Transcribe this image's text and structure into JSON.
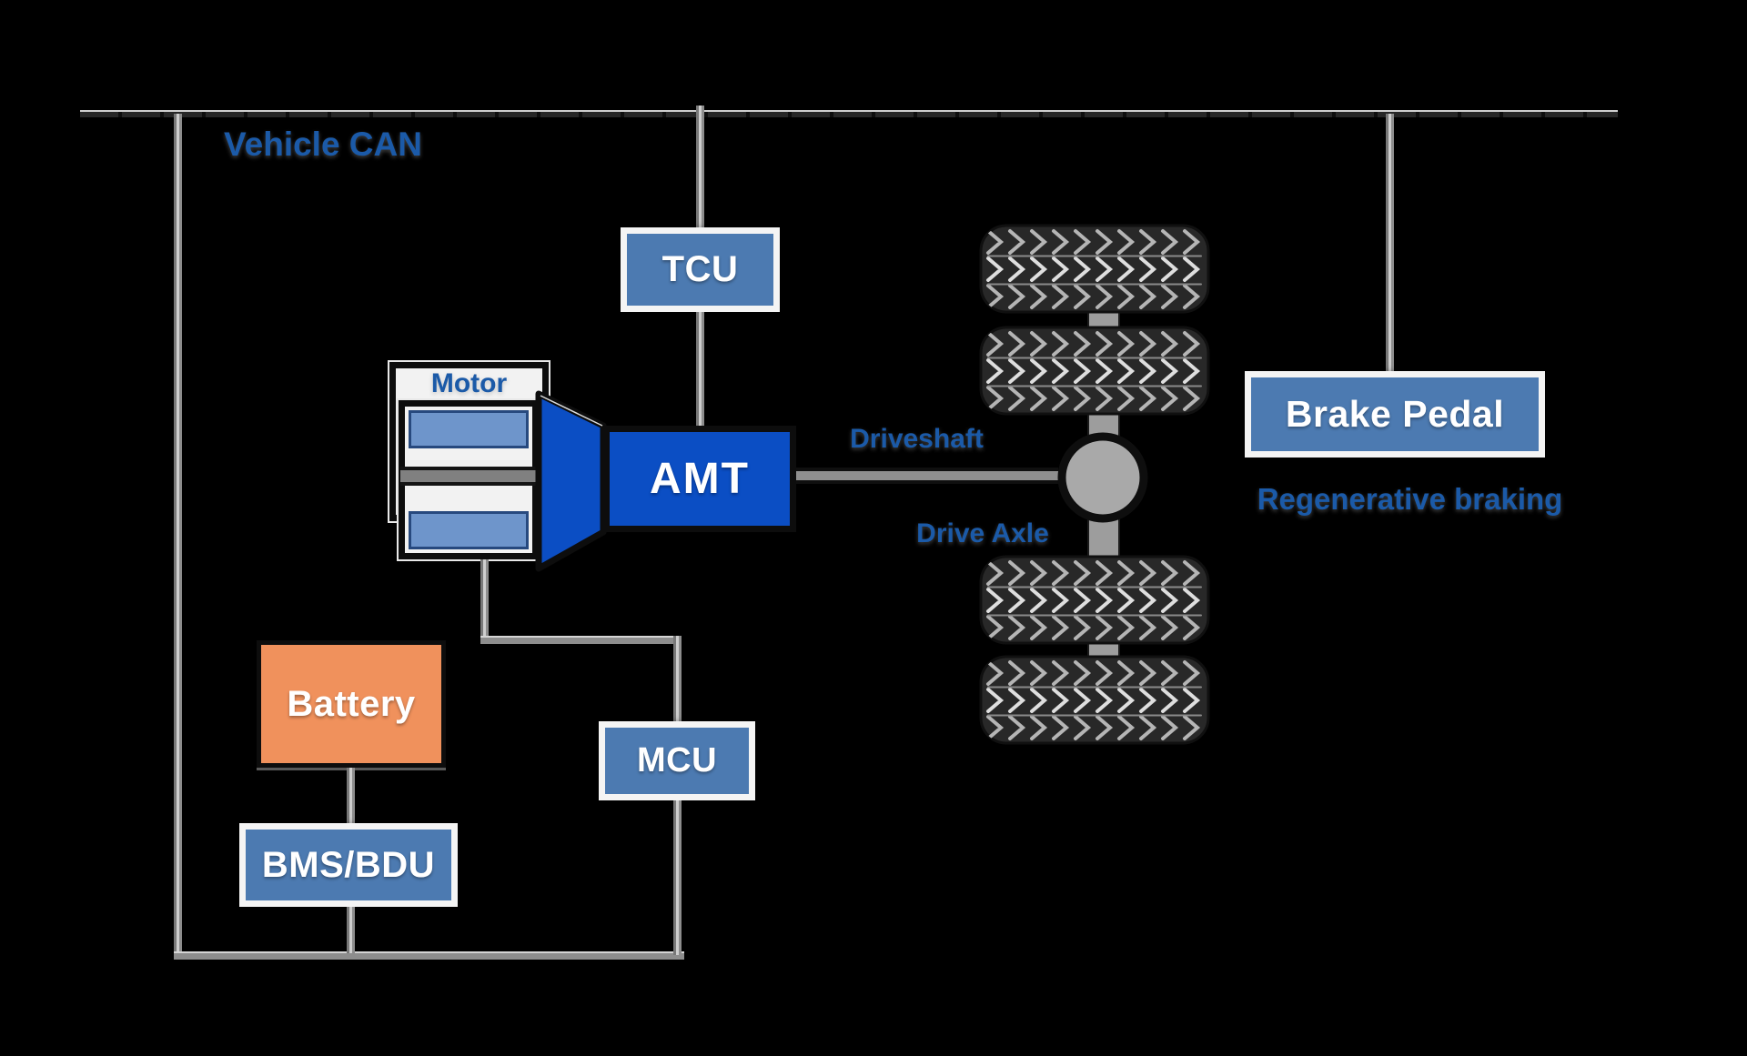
{
  "diagram": {
    "bus_label": "Vehicle CAN",
    "nodes": {
      "tcu": "TCU",
      "motor": "Motor",
      "amt": "AMT",
      "mcu": "MCU",
      "battery": "Battery",
      "bms": "BMS/BDU",
      "brake_pedal": "Brake Pedal"
    },
    "annotations": {
      "driveshaft": "Driveshaft",
      "drive_axle": "Drive Axle",
      "regen": "Regenerative braking"
    }
  },
  "colors": {
    "background": "#000000",
    "node_blue": "#4c7ab1",
    "amt_blue": "#0b4ec4",
    "battery_orange": "#f0915c",
    "label_blue": "#1b5aa8",
    "motor_stripe_blue": "#6e95cb",
    "line_gray": "#8d8d8d",
    "tire_dark": "#282828"
  }
}
